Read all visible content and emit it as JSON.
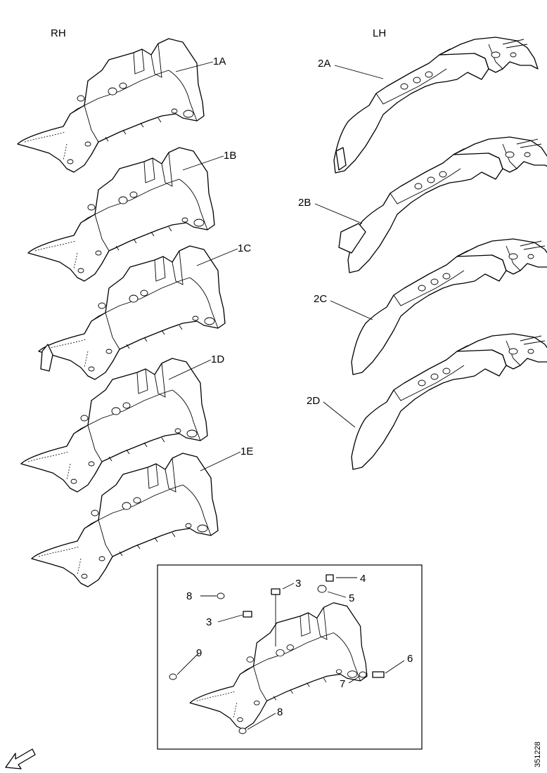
{
  "headings": {
    "rh": "RH",
    "lh": "LH"
  },
  "rh_parts": [
    {
      "id": "1A"
    },
    {
      "id": "1B"
    },
    {
      "id": "1C"
    },
    {
      "id": "1D"
    },
    {
      "id": "1E"
    }
  ],
  "lh_parts": [
    {
      "id": "2A"
    },
    {
      "id": "2B"
    },
    {
      "id": "2C"
    },
    {
      "id": "2D"
    }
  ],
  "detail_callouts": [
    "3",
    "4",
    "5",
    "8",
    "3",
    "9",
    "6",
    "7",
    "8"
  ],
  "reference_number": "351228",
  "icons": {
    "direction": "front-direction-arrow-icon"
  }
}
